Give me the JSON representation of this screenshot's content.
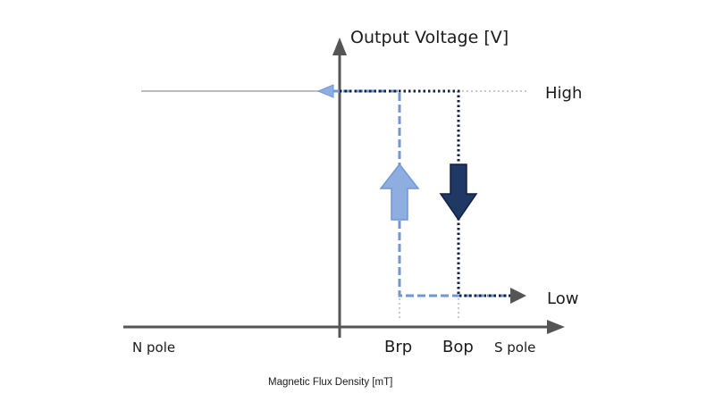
{
  "labels": {
    "y_axis": "Output Voltage [V]",
    "x_axis": "Magnetic Flux Density [mT]",
    "high": "High",
    "low": "Low",
    "n_pole": "N pole",
    "s_pole": "S pole",
    "brp": "Brp",
    "bop": "Bop"
  },
  "colors": {
    "axis": "#555555",
    "reference_line": "#a6a6a6",
    "release_path": "#6f97d8",
    "release_arrow_fill": "#8eaee0",
    "operate_path": "#12213f",
    "operate_arrow_fill": "#1f3864",
    "text": "#1a1a1a"
  }
}
